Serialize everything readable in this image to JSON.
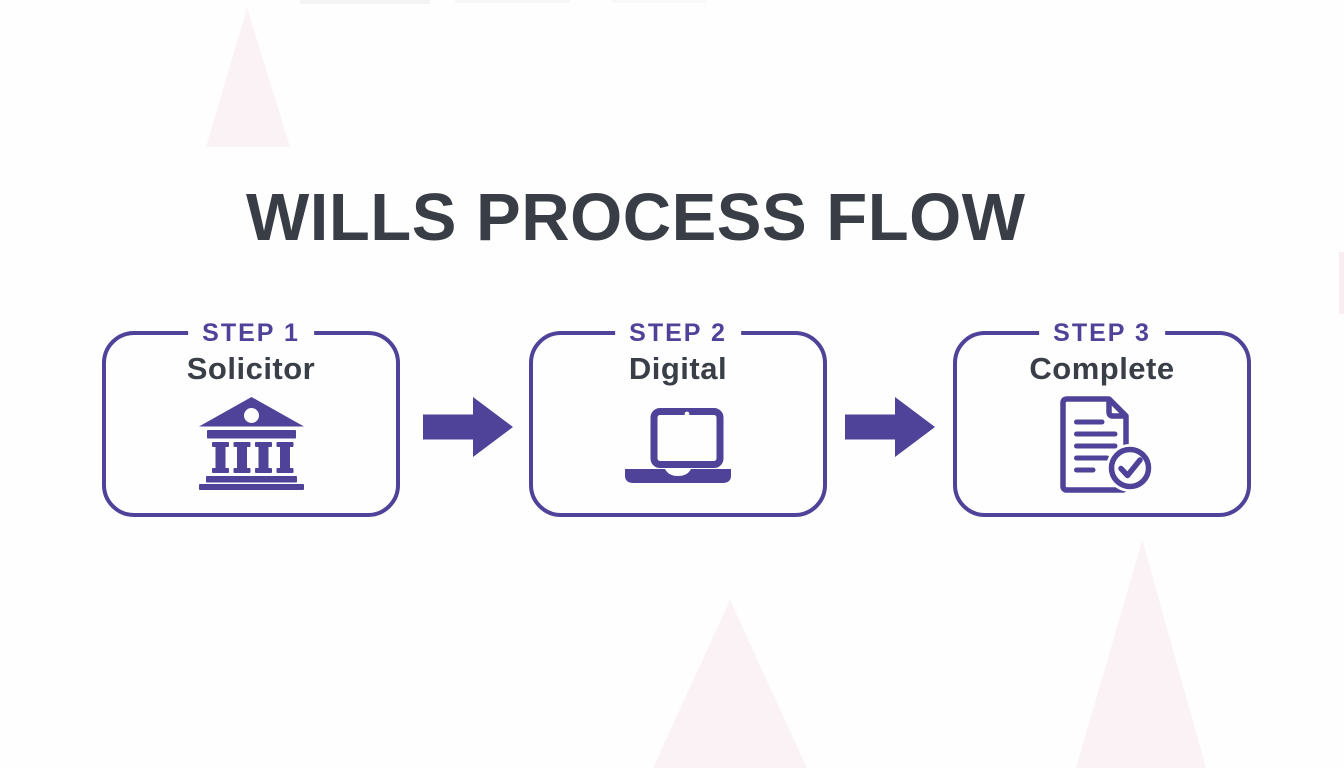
{
  "page": {
    "title": "WILLS PROCESS FLOW"
  },
  "colors": {
    "accent_purple": "#4e4299",
    "heading_gray": "#3a3e46",
    "background": "#fefefe",
    "watermark_pink": "#fbf2f5"
  },
  "steps": [
    {
      "label": "STEP 1",
      "name": "Solicitor",
      "icon": "bank-icon"
    },
    {
      "label": "STEP 2",
      "name": "Digital",
      "icon": "laptop-icon"
    },
    {
      "label": "STEP 3",
      "name": "Complete",
      "icon": "document-check-icon"
    }
  ],
  "connectors": [
    {
      "icon": "arrow-right-icon"
    },
    {
      "icon": "arrow-right-icon"
    }
  ]
}
